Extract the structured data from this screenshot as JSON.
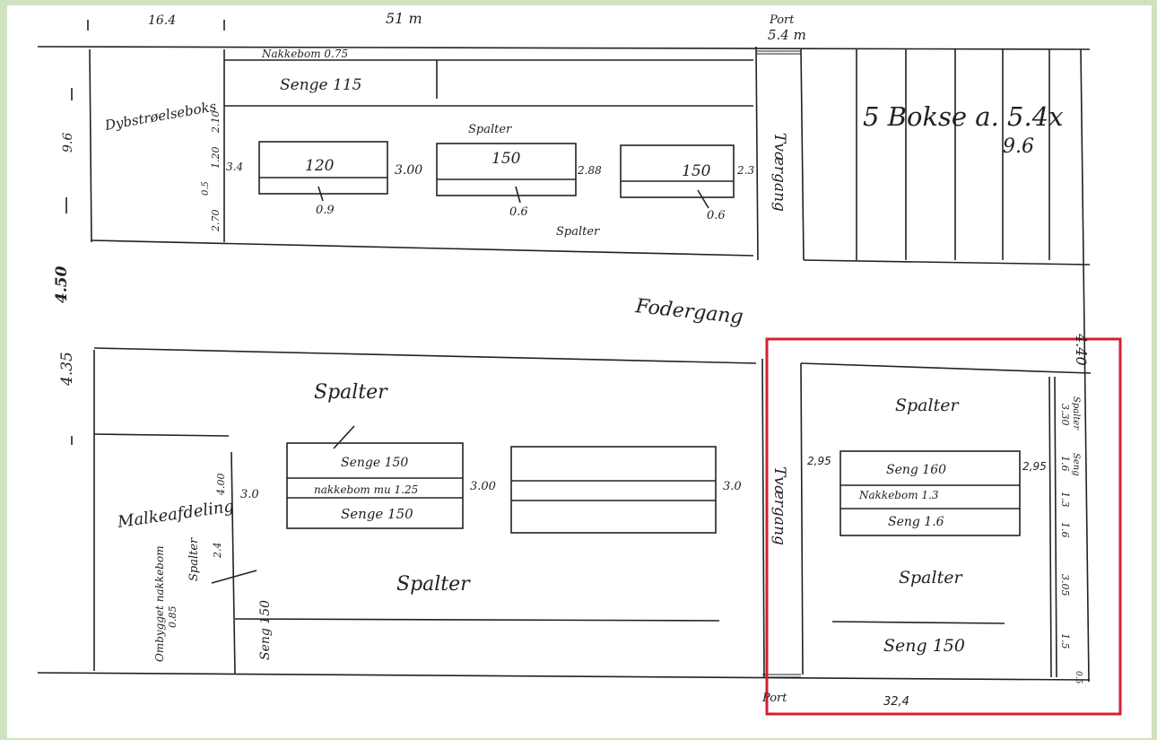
{
  "dims": {
    "top_left": "16.4",
    "top_mid": "51 m",
    "top_port": "Port",
    "top_port_w": "5.4 m",
    "left_upper": "9.6",
    "left_mid": "4.50",
    "left_lower": "4.35",
    "right_mid": "4.40",
    "bottom_port": "Port",
    "bottom_width": "32,4",
    "upper_gaps": [
      "3.4",
      "3.00",
      "2.88",
      "2.3"
    ],
    "upper_heights": [
      "2.10",
      "1.20",
      "0.5",
      "2.70"
    ],
    "upper_drops": [
      "0.9",
      "0.6",
      "0.6"
    ],
    "lower_gaps": [
      "3.0",
      "3.00",
      "3.0"
    ],
    "lower_left_heights": [
      "4.00",
      "2.4",
      "0.85"
    ],
    "right_gaps": [
      "2,95",
      "2,95"
    ],
    "right_vertical": [
      "3.30",
      "1.6",
      "1.3",
      "1.6",
      "3.05",
      "1.5",
      "0.5"
    ]
  },
  "labels": {
    "dybstroelse": "Dybstrøelseboks",
    "nakkebom_top": "Nakkebom 0.75",
    "seng_top": "Senge 115",
    "spalter_upper": "Spalter",
    "spalter_upper2": "Spalter",
    "beds_upper": [
      "120",
      "150",
      "150"
    ],
    "tvergang_upper": "Tværgang",
    "bokse": "5 Bokse a. 5.4x",
    "bokse_2": "9.6",
    "foder": "Fodergang",
    "spalter_lower_top": "Spalter",
    "seng_l1": "Senge 150",
    "nakkebom_l": "nakkebom mu 1.25",
    "seng_l2": "Senge 150",
    "spalter_lower_mid": "Spalter",
    "malkeafdeling": "Malkeafdeling",
    "spalter_side": "Spalter",
    "seng_side": "Seng 150",
    "ombygget": "Ombygget nakkebom",
    "tvergang_lower": "Tværgang",
    "spalter_right_top": "Spalter",
    "seng_r1": "Seng 160",
    "nakkebom_r": "Nakkebom 1.3",
    "seng_r2": "Seng 1.6",
    "spalter_right_mid": "Spalter",
    "seng_r3": "Seng 150",
    "right_edge_notes": [
      "Spalter",
      "Seng"
    ]
  },
  "highlight": {
    "color": "#d0212e"
  }
}
